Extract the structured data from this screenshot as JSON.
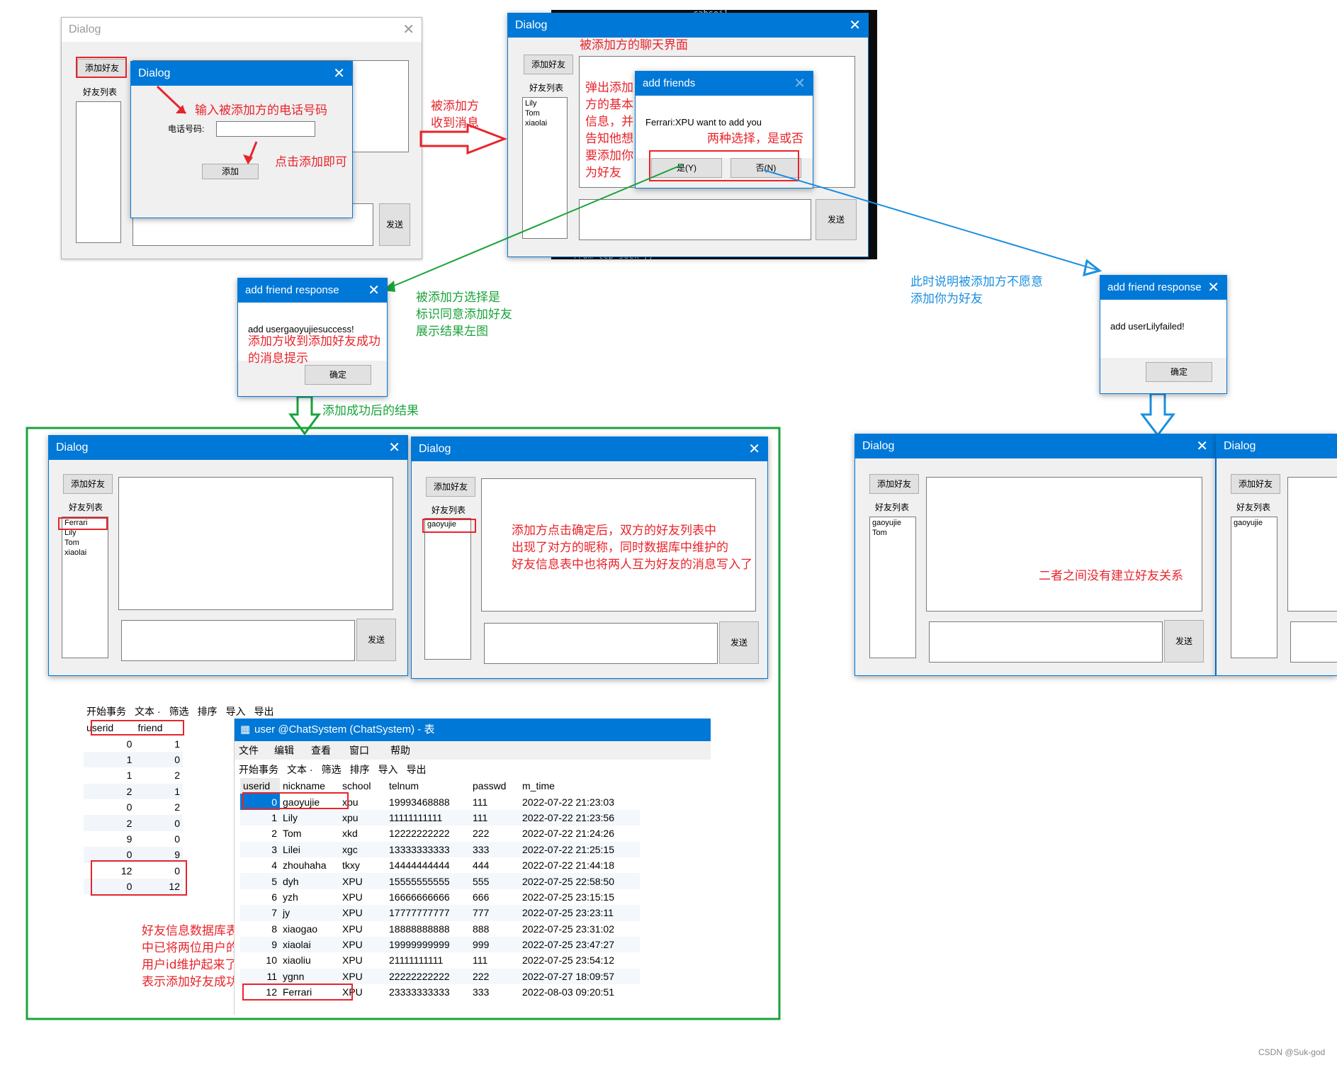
{
  "dialog_title": "Dialog",
  "add_friend_btn": "添加好友",
  "friend_list_label": "好友列表",
  "send_btn": "发送",
  "phone_label": "电话号码:",
  "add_btn": "添加",
  "ann": {
    "input_phone": "输入被添加方的电话号码",
    "click_add": "点击添加即可",
    "receive_line1": "被添加方",
    "receive_line2": "收到消息",
    "chat_ui": "被添加方的聊天界面",
    "popup_lines": [
      "弹出添加",
      "方的基本",
      "信息，并",
      "告知他想",
      "要添加你",
      "为好友"
    ],
    "two_choices": "两种选择，是或否",
    "agree_lines": [
      "被添加方选择是",
      "标识同意添加好友",
      "展示结果左图"
    ],
    "success_prompt_lines": [
      "添加方收到添加好友成功",
      "的消息提示"
    ],
    "result_title": "添加成功后的结果",
    "unwilling_lines": [
      "此时说明被添加方不愿意",
      "添加你为好友"
    ],
    "after_ok_lines": [
      "添加方点击确定后，双方的好友列表中",
      "出现了对方的昵称，同时数据库中维护的",
      "好友信息表中也将两人互为好友的消息写入了"
    ],
    "no_relation": "二者之间没有建立好友关系",
    "db_lines": [
      "好友信息数据库表",
      "中已将两位用户的",
      "用户id维护起来了",
      "表示添加好友成功"
    ]
  },
  "receiver_list": [
    "Lily",
    "Tom",
    "xiaolai"
  ],
  "add_friends_dialog": {
    "title": "add friends",
    "message": "Ferrari:XPU want to add you",
    "yes": "是(Y)",
    "no": "否(N)"
  },
  "response_success": {
    "title": "add friend response",
    "message": "add usergaoyujiesuccess!",
    "ok": "确定"
  },
  "response_fail": {
    "title": "add friend response",
    "message": "add userLilyfailed!",
    "ok": "确定"
  },
  "result_left_list": [
    "Ferrari",
    "Lily",
    "Tom",
    "xiaolai"
  ],
  "result_right_list": [
    "gaoyujie"
  ],
  "fail_left_list": [
    "gaoyujie",
    "Tom"
  ],
  "fail_right_list": [
    "gaoyujie"
  ],
  "terminal_top": "cabsoil",
  "terminal_bottom": "from tcp sock //",
  "toolbar": [
    "开始事务",
    "文本 ·",
    "筛选",
    "排序",
    "导入",
    "导出"
  ],
  "friend_table": {
    "headers": [
      "userid",
      "friend"
    ],
    "rows": [
      [
        "0",
        "1"
      ],
      [
        "1",
        "0"
      ],
      [
        "1",
        "2"
      ],
      [
        "2",
        "1"
      ],
      [
        "0",
        "2"
      ],
      [
        "2",
        "0"
      ],
      [
        "9",
        "0"
      ],
      [
        "0",
        "9"
      ],
      [
        "12",
        "0"
      ],
      [
        "0",
        "12"
      ]
    ]
  },
  "user_window": {
    "title": "user @ChatSystem (ChatSystem) - 表",
    "menu": [
      "文件",
      "编辑",
      "查看",
      "窗口",
      "帮助"
    ],
    "headers": [
      "userid",
      "nickname",
      "school",
      "telnum",
      "passwd",
      "m_time"
    ],
    "rows": [
      [
        "0",
        "gaoyujie",
        "xpu",
        "19993468888",
        "111",
        "2022-07-22 21:23:03"
      ],
      [
        "1",
        "Lily",
        "xpu",
        "11111111111",
        "111",
        "2022-07-22 21:23:56"
      ],
      [
        "2",
        "Tom",
        "xkd",
        "12222222222",
        "222",
        "2022-07-22 21:24:26"
      ],
      [
        "3",
        "Lilei",
        "xgc",
        "13333333333",
        "333",
        "2022-07-22 21:25:15"
      ],
      [
        "4",
        "zhouhaha",
        "tkxy",
        "14444444444",
        "444",
        "2022-07-22 21:44:18"
      ],
      [
        "5",
        "dyh",
        "XPU",
        "15555555555",
        "555",
        "2022-07-25 22:58:50"
      ],
      [
        "6",
        "yzh",
        "XPU",
        "16666666666",
        "666",
        "2022-07-25 23:15:15"
      ],
      [
        "7",
        "jy",
        "XPU",
        "17777777777",
        "777",
        "2022-07-25 23:23:11"
      ],
      [
        "8",
        "xiaogao",
        "XPU",
        "18888888888",
        "888",
        "2022-07-25 23:31:02"
      ],
      [
        "9",
        "xiaolai",
        "XPU",
        "19999999999",
        "999",
        "2022-07-25 23:47:27"
      ],
      [
        "10",
        "xiaoliu",
        "XPU",
        "21111111111",
        "111",
        "2022-07-25 23:54:12"
      ],
      [
        "11",
        "ygnn",
        "XPU",
        "22222222222",
        "222",
        "2022-07-27 18:09:57"
      ],
      [
        "12",
        "Ferrari",
        "XPU",
        "23333333333",
        "333",
        "2022-08-03 09:20:51"
      ]
    ]
  },
  "watermark": "CSDN @Suk-god"
}
